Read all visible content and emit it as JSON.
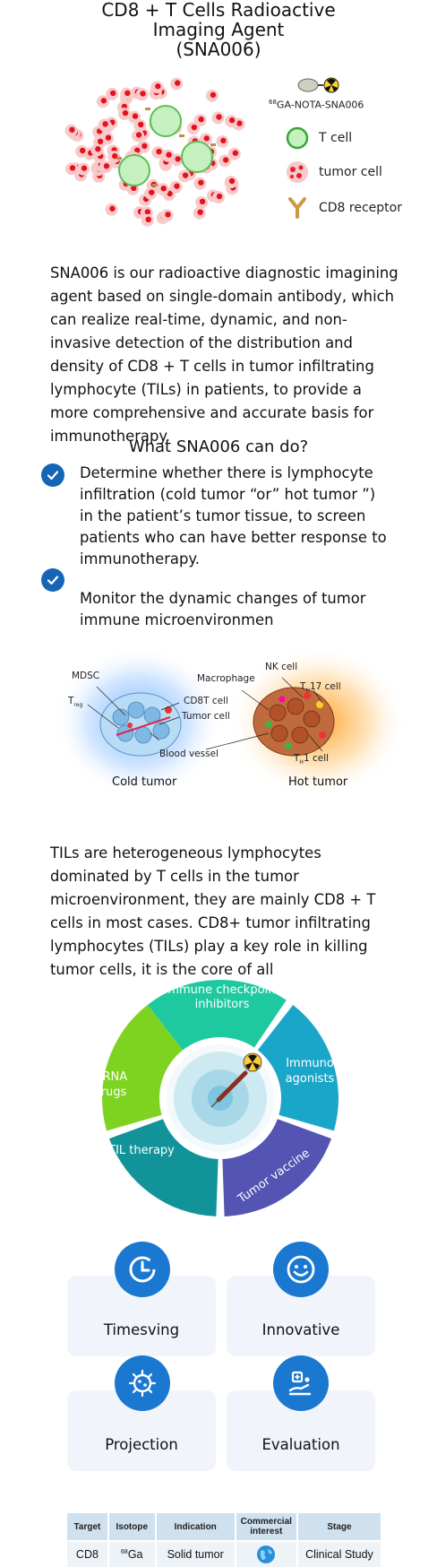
{
  "title": {
    "line1": "CD8 + T Cells Radioactive",
    "line2": "Imaging Agent",
    "line3": "(SNA006)"
  },
  "hero": {
    "probe_label_sup": "68",
    "probe_label": "GA-NOTA-SNA006",
    "legend": [
      {
        "icon": "t-cell-icon",
        "label": "T cell"
      },
      {
        "icon": "tumor-cell-icon",
        "label": "tumor cell"
      },
      {
        "icon": "cd8-receptor-icon",
        "label": "CD8 receptor"
      }
    ]
  },
  "intro": "SNA006 is our radioactive diagnostic imagining agent based on single-domain antibody, which can realize real-time, dynamic, and non-invasive detection of the distribution and density of CD8 + T cells in tumor infiltrating lymphocyte (TILs) in patients, to provide a more comprehensive and accurate basis for immunotherapy.",
  "capabilities": {
    "heading": "What SNA006 can do?",
    "items": [
      "Determine whether there is lymphocyte infiltration (cold tumor “or” hot tumor ”) in the patient’s tumor tissue, to screen patients who can have better response to immunotherapy.",
      "Monitor the dynamic changes of tumor immune microenvironmen"
    ]
  },
  "tumor_figure": {
    "cold": {
      "caption": "Cold tumor",
      "labels": {
        "mdsc": "MDSC",
        "treg": "T",
        "treg_sub": "reg",
        "cd8": "CD8T cell",
        "tumor": "Tumor cell",
        "vessel": "Blood vessel"
      }
    },
    "hot": {
      "caption": "Hot tumor",
      "labels": {
        "macrophage": "Macrophage",
        "nk": "NK cell",
        "th17": "T",
        "th17_sub": "H",
        "th17_rest": "17 cell",
        "th1": "T",
        "th1_sub": "H",
        "th1_rest": "1 cell"
      }
    }
  },
  "tils_paragraph": "TILs are heterogeneous lymphocytes dominated by T cells in the tumor microenvironment, they are mainly CD8 + T cells in most cases. CD8+ tumor infiltrating lymphocytes (TILs) play a key role in killing tumor cells, it is the core of all",
  "wheel": {
    "segments": [
      {
        "label1": "Immune checkpoint",
        "label2": "inhibitors",
        "color": "#1fc9a0"
      },
      {
        "label1": "Immuno",
        "label2": "agonists",
        "color": "#1aa6c8"
      },
      {
        "label1": "Tumor vaccine",
        "label2": "",
        "color": "#5454b3"
      },
      {
        "label1": "TIL therapy",
        "label2": "",
        "color": "#12939a"
      },
      {
        "label1": "mRNA",
        "label2": "Drugs",
        "color": "#7ed321"
      }
    ]
  },
  "features": [
    {
      "icon": "clock-icon",
      "label": "Timesving"
    },
    {
      "icon": "smiley-icon",
      "label": "Innovative"
    },
    {
      "icon": "virus-icon",
      "label": "Projection"
    },
    {
      "icon": "medical-evaluation-icon",
      "label": "Evaluation"
    }
  ],
  "table": {
    "headers": [
      "Target",
      "Isotope",
      "Indication",
      "Commercial interest",
      "Stage"
    ],
    "row": {
      "target": "CD8",
      "isotope_sup": "68",
      "isotope": "Ga",
      "indication": "Solid tumor",
      "interest_icon": "globe-icon",
      "stage": "Clinical Study"
    }
  },
  "colors": {
    "accent_blue": "#1a78d0",
    "check_blue": "#1565b7",
    "card_bg": "#f1f5fb",
    "table_header": "#cfe0ef"
  }
}
